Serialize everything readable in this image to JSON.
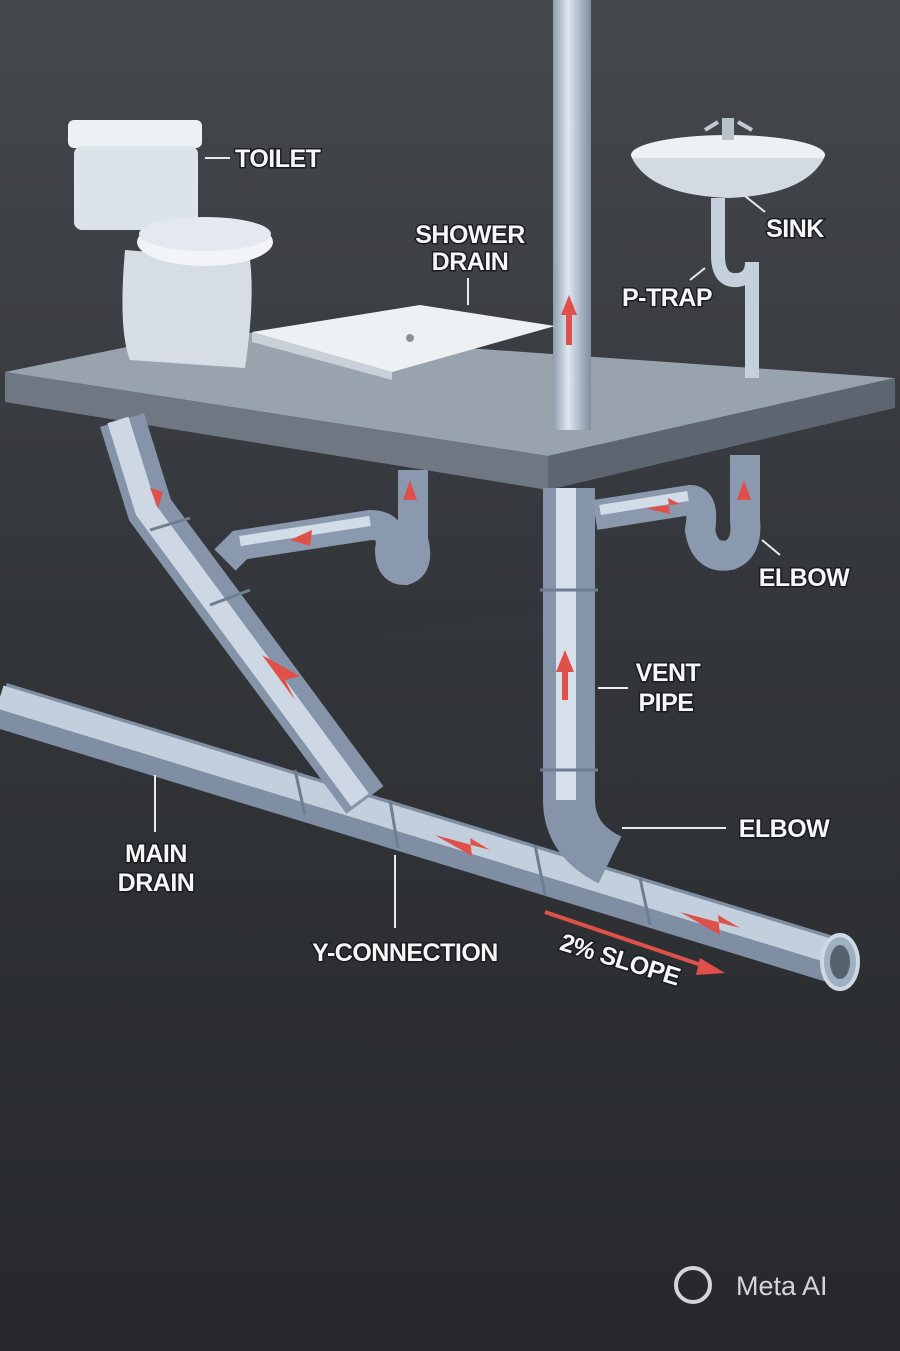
{
  "labels": {
    "toilet": "TOILET",
    "shower_drain_1": "SHOWER",
    "shower_drain_2": "DRAIN",
    "sink": "SINK",
    "p_trap": "P-TRAP",
    "elbow_upper": "ELBOW",
    "vent_pipe_1": "VENT",
    "vent_pipe_2": "PIPE",
    "elbow_lower": "ELBOW",
    "main_drain_1": "MAIN",
    "main_drain_2": "DRAIN",
    "y_connection": "Y-CONNECTION",
    "slope": "2% SLOPE"
  },
  "watermark": {
    "text": "Meta AI",
    "icon": "meta-ai-ring-icon"
  },
  "colors": {
    "pipe": "#b9c6d6",
    "arrow": "#e0504a",
    "wall": "#3a3d42",
    "floor": "#2e3034",
    "slab": "#8f99a3"
  }
}
